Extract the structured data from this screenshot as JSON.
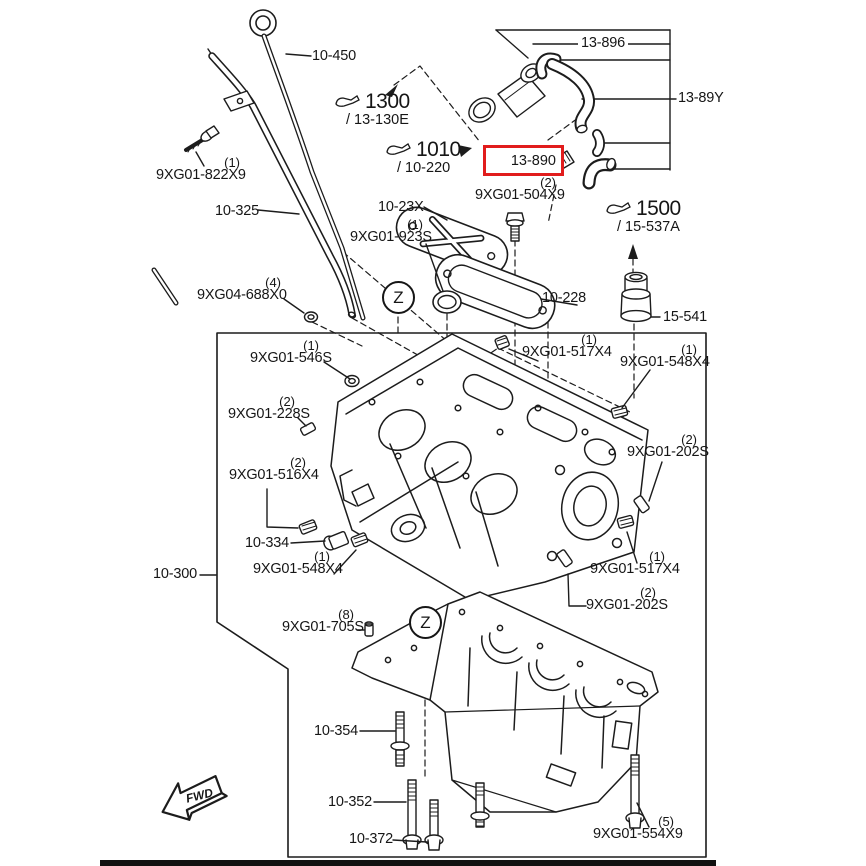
{
  "diagram": {
    "type": "exploded parts diagram - cylinder block",
    "fwd_label": "FWD",
    "zone_marker": "Z",
    "colors": {
      "line": "#1c1c1c",
      "background": "#ffffff",
      "highlight": "#e11c1c"
    },
    "selected_part": "13-890",
    "labels": {
      "l10450": "10-450",
      "l13896": "13-896",
      "l1389Y": "13-89Y",
      "g1300": {
        "num": "1300",
        "sub": "/ 13-130E"
      },
      "g1010": {
        "num": "1010",
        "sub": "/ 10-220"
      },
      "g1500": {
        "num": "1500",
        "sub": "/ 15-537A"
      },
      "l13890": "13-890",
      "l822x9": {
        "qty": "(1)",
        "code": "9XG01-822X9"
      },
      "l10325": "10-325",
      "l1023x": "10-23X",
      "l504x9": {
        "qty": "(2)",
        "code": "9XG01-504X9"
      },
      "l923s": {
        "qty": "(1)",
        "code": "9XG01-923S"
      },
      "l688x0": {
        "qty": "(4)",
        "code": "9XG04-688X0"
      },
      "l10228": "10-228",
      "l15541": "15-541",
      "l546s": {
        "qty": "(1)",
        "code": "9XG01-546S"
      },
      "l517x4a": {
        "qty": "(1)",
        "code": "9XG01-517X4"
      },
      "l548x4a": {
        "qty": "(1)",
        "code": "9XG01-548X4"
      },
      "l228s": {
        "qty": "(2)",
        "code": "9XG01-228S"
      },
      "l202sa": {
        "qty": "(2)",
        "code": "9XG01-202S"
      },
      "l516x4": {
        "qty": "(2)",
        "code": "9XG01-516X4"
      },
      "l10334": "10-334",
      "l548x4b": {
        "qty": "(1)",
        "code": "9XG01-548X4"
      },
      "l10300": "10-300",
      "l517x4b": {
        "qty": "(1)",
        "code": "9XG01-517X4"
      },
      "l202sb": {
        "qty": "(2)",
        "code": "9XG01-202S"
      },
      "l705s": {
        "qty": "(8)",
        "code": "9XG01-705S"
      },
      "l10354": "10-354",
      "l10352": "10-352",
      "l10372": "10-372",
      "l554x9": {
        "qty": "(5)",
        "code": "9XG01-554X9"
      }
    }
  }
}
